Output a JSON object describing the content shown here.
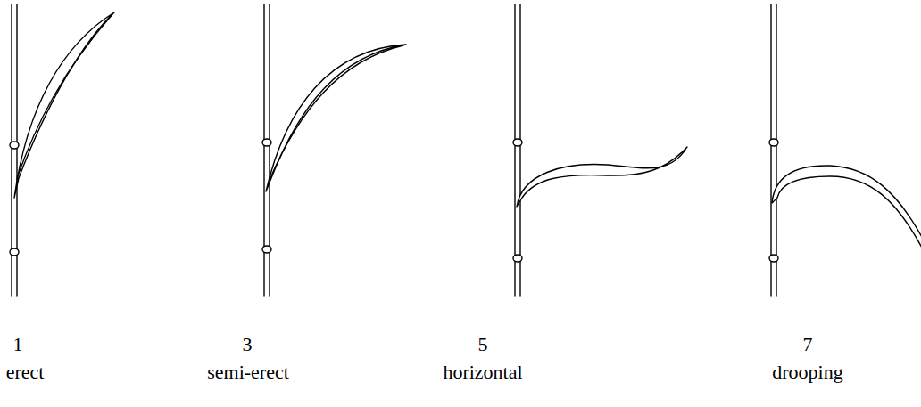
{
  "diagram": {
    "labels": [
      "1",
      "erect",
      "3",
      "semi-erect",
      "5",
      "horizontal",
      "7",
      "drooping"
    ]
  }
}
